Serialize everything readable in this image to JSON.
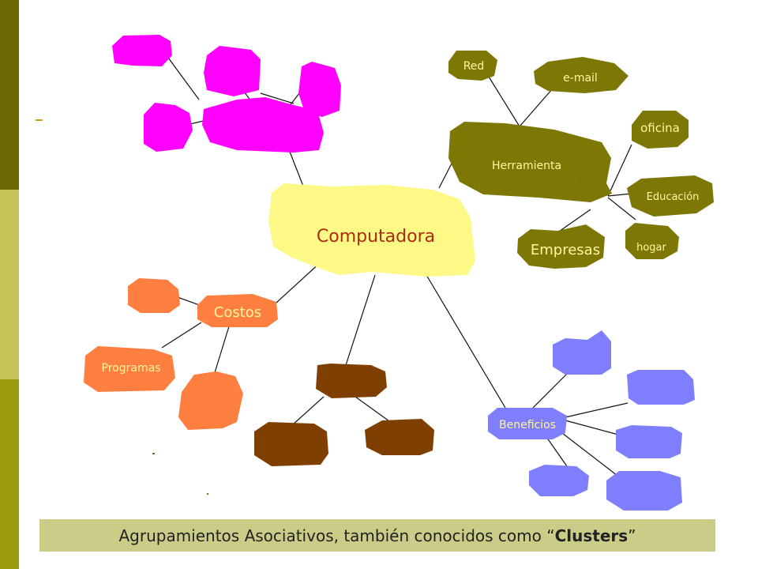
{
  "colors": {
    "sidebar": [
      "#6b6a06",
      "#c5c55a",
      "#9c9c10"
    ],
    "center": "#fdf986",
    "magenta": "#ff00ff",
    "olive": "#7d7706",
    "orange": "#ff7f40",
    "brown": "#7f3f00",
    "blue": "#7f7ffd",
    "caption_bg": "#cbcc88",
    "label_light": "#fff6a0"
  },
  "nodes": {
    "center": "Computadora",
    "herramienta": "Herramienta",
    "red": "Red",
    "email": "e-mail",
    "oficina": "oficina",
    "educacion": "Educación",
    "empresas": "Empresas",
    "hogar": "hogar",
    "costos": "Costos",
    "programas": "Programas",
    "beneficios": "Beneficios"
  },
  "caption": {
    "pre": "Agrupamientos Asociativos, también conocidos como “",
    "bold": "Clusters",
    "post": "”"
  }
}
